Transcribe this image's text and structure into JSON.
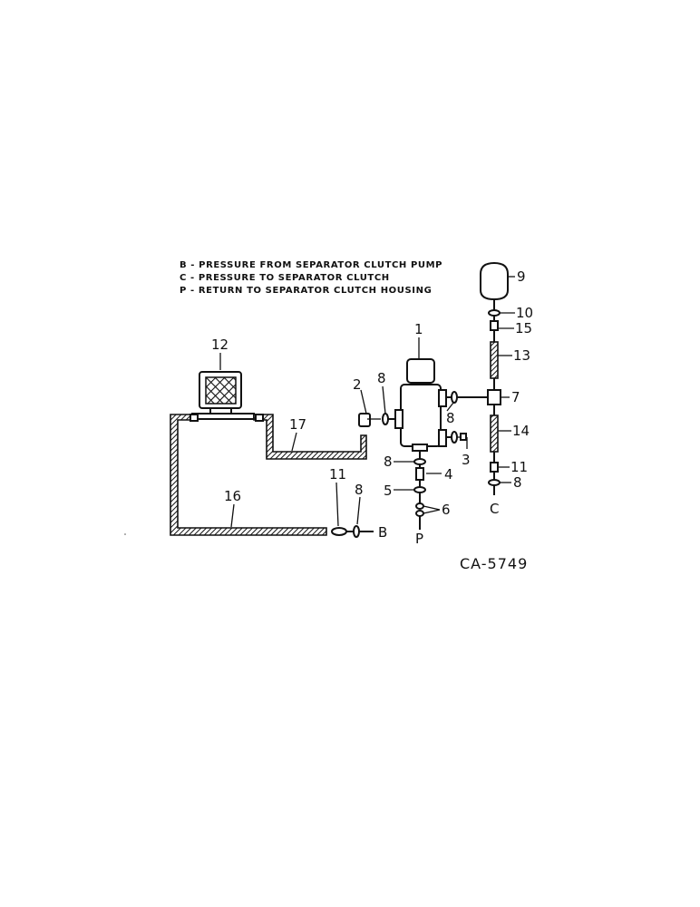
{
  "legend": [
    "B - PRESSURE FROM SEPARATOR CLUTCH PUMP",
    "C - PRESSURE TO SEPARATOR CLUTCH",
    "P - RETURN TO SEPARATOR CLUTCH HOUSING"
  ],
  "callouts": {
    "c1": "1",
    "c2": "2",
    "c3": "3",
    "c4": "4",
    "c5": "5",
    "c6": "6",
    "c7": "7",
    "c8_a": "8",
    "c8_b": "8",
    "c8_c": "8",
    "c8_d": "8",
    "c8_e": "8",
    "c9": "9",
    "c10": "10",
    "c11_a": "11",
    "c11_b": "11",
    "c12": "12",
    "c13": "13",
    "c14": "14",
    "c15": "15",
    "c16": "16",
    "c17": "17"
  },
  "ports": {
    "b": "B",
    "c": "C",
    "p": "P"
  },
  "figure_code": "CA-5749"
}
